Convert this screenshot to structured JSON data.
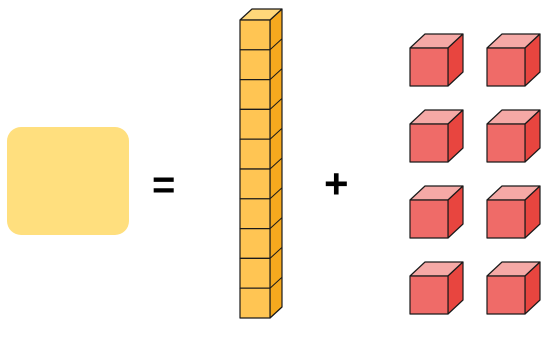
{
  "equation": {
    "answer_box": {
      "value": "",
      "color": "#FFDF7E"
    },
    "equals_symbol": "=",
    "plus_symbol": "+"
  },
  "tens_rod": {
    "count": 1,
    "units_per_rod": 10,
    "colors": {
      "front": "#FFC553",
      "top": "#FFD77A",
      "side": "#F6A91E",
      "stroke": "#1a1a1a"
    }
  },
  "unit_cubes": {
    "count": 8,
    "rows": 4,
    "cols": 2,
    "colors": {
      "front": "#EF6B68",
      "top": "#F5A9A6",
      "side": "#E8453F",
      "stroke": "#1a1a1a"
    }
  }
}
